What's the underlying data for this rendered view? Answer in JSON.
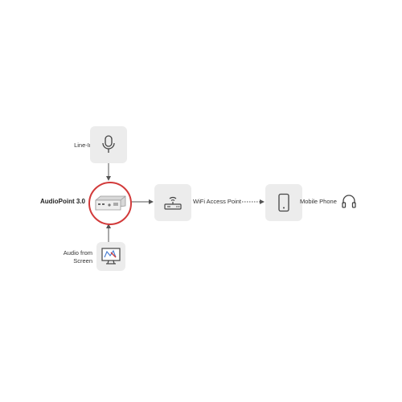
{
  "nodes": {
    "line_in": {
      "label": "Line-In",
      "icon": "microphone-icon"
    },
    "device": {
      "label": "AudioPoint 3.0",
      "icon": "audiopoint-device-icon"
    },
    "screen": {
      "label_line1": "Audio from",
      "label_line2": "Screen",
      "icon": "monitor-icon"
    },
    "access_point": {
      "label": "WiFi Access Point",
      "icon": "router-icon"
    },
    "phone": {
      "label": "Mobile Phone",
      "icon": "phone-icon"
    },
    "headphones": {
      "icon": "headphones-icon"
    }
  },
  "colors": {
    "box_bg": "#ececec",
    "ring": "#d23a3a",
    "arrow": "#555555"
  }
}
